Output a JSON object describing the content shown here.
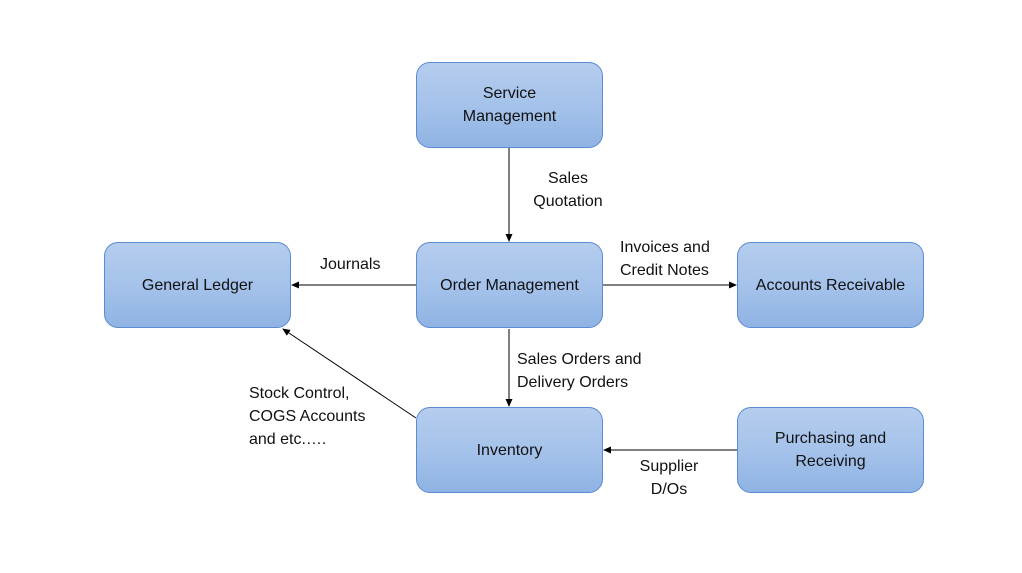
{
  "nodes": {
    "service_management": "Service\nManagement",
    "general_ledger": "General Ledger",
    "order_management": "Order Management",
    "accounts_receivable": "Accounts Receivable",
    "inventory": "Inventory",
    "purchasing_receiving": "Purchasing and\nReceiving"
  },
  "edges": {
    "sales_quotation": "Sales\nQuotation",
    "journals": "Journals",
    "invoices_credit_notes": "Invoices and\nCredit Notes",
    "sales_delivery_orders": "Sales Orders and\nDelivery Orders",
    "stock_control": "Stock Control,\nCOGS Accounts\nand etc.….",
    "supplier_dos": "Supplier\nD/Os"
  },
  "colors": {
    "node_fill": "#a3c1ea",
    "node_border": "#5b8bd0",
    "arrow": "#000000"
  }
}
